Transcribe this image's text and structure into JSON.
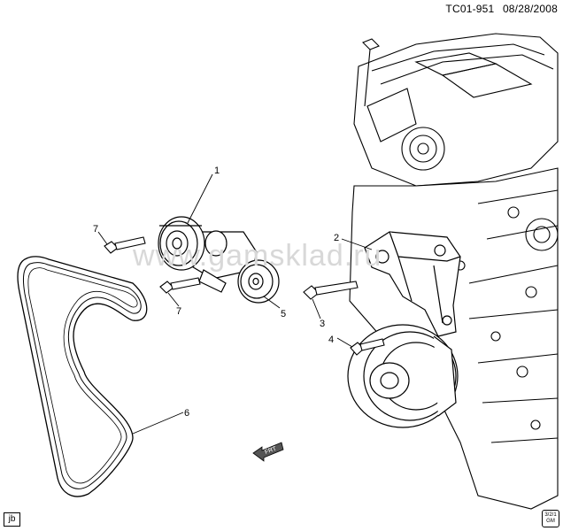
{
  "header": {
    "code": "TC01-951",
    "date": "08/28/2008"
  },
  "watermark": "www.gamsklad.ru",
  "callouts": [
    {
      "id": "callout-1",
      "text": "1"
    },
    {
      "id": "callout-2",
      "text": "2"
    },
    {
      "id": "callout-3",
      "text": "3"
    },
    {
      "id": "callout-4",
      "text": "4"
    },
    {
      "id": "callout-5",
      "text": "5"
    },
    {
      "id": "callout-6",
      "text": "6"
    },
    {
      "id": "callout-7a",
      "text": "7"
    },
    {
      "id": "callout-7b",
      "text": "7"
    }
  ],
  "front_indicator": "FRT",
  "footer": {
    "left_tag": "jb",
    "right_icon": "info-icon",
    "right_icon_text": "3/2/1 GM"
  },
  "colors": {
    "line": "#000000",
    "watermark": "#d8d8d8",
    "background": "#ffffff"
  }
}
